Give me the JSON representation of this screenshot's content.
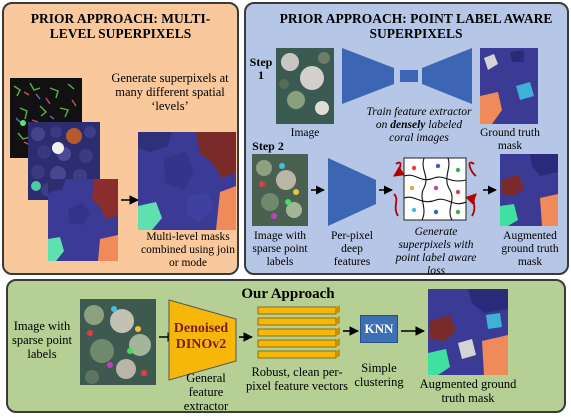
{
  "left_panel": {
    "title": "PRIOR APPROACH: MULTI-LEVEL SUPERPIXELS",
    "generate_text": "Generate superpixels at many different spatial ‘levels’",
    "combine_text": "Multi-level masks combined using join or mode"
  },
  "right_panel": {
    "title": "PRIOR APPROACH: POINT LABEL AWARE SUPERPIXELS",
    "step1_label": "Step 1",
    "step2_label": "Step 2",
    "image_label": "Image",
    "train_text_pre": "Train feature extractor on ",
    "train_text_bold": "densely",
    "train_text_post": " labeled coral images",
    "gt_mask_label": "Ground truth mask",
    "sparse_label": "Image with sparse point labels",
    "perpixel_label": "Per-pixel deep features",
    "generate_text": "Generate superpixels with point label aware loss",
    "augmented_label": "Augmented ground truth mask"
  },
  "bottom_panel": {
    "title": "Our Approach",
    "sparse_label": "Image with sparse point labels",
    "dino_label": "Denoised DINOv2",
    "extractor_label": "General feature extractor",
    "vectors_label": "Robust, clean per-pixel feature vectors",
    "knn_label": "KNN",
    "clustering_label": "Simple clustering",
    "augmented_label": "Augmented ground truth mask"
  },
  "colors": {
    "left_bg": "#f9c99d",
    "right_bg": "#b6c6e6",
    "bottom_bg": "#b5cf94",
    "encoder": "#3c66b3",
    "dino": "#f7b60a",
    "knn": "#3d6fb5",
    "vector": "#f7b60a",
    "mask_bg": "#3b3b96",
    "red_arrow": "#b30000"
  }
}
